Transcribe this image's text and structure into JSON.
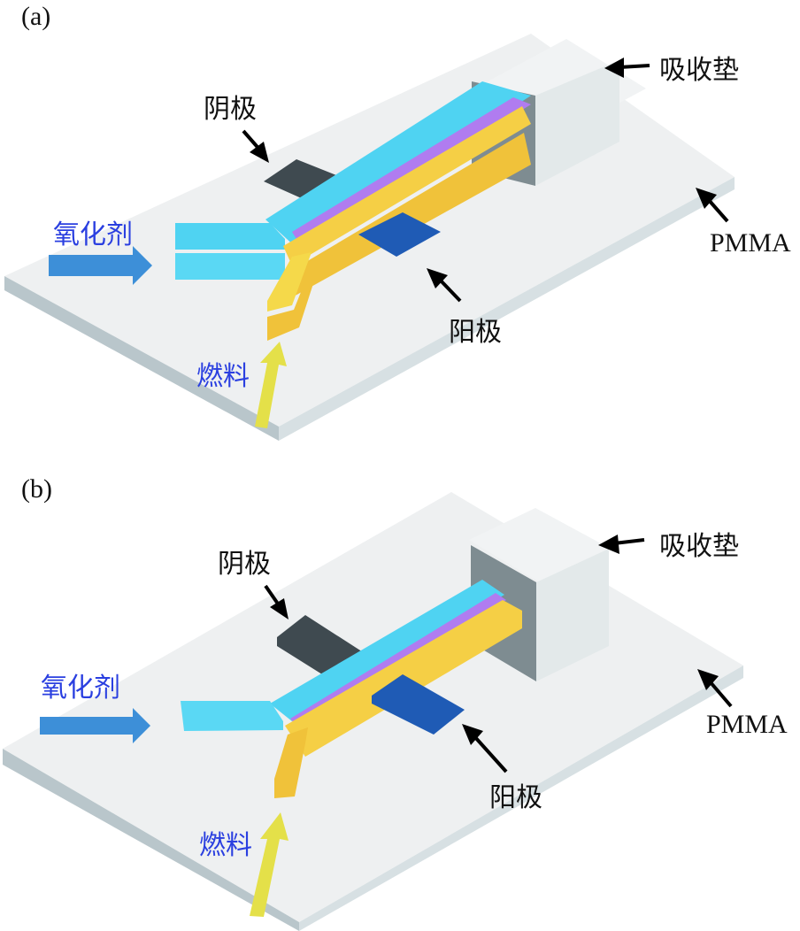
{
  "figure": {
    "panels": [
      {
        "id": "a",
        "label": "(a)",
        "labels": {
          "cathode": "阴极",
          "absorbent_pad": "吸收垫",
          "oxidant": "氧化剂",
          "pmma": "PMMA",
          "anode": "阳极",
          "fuel": "燃料"
        },
        "channel_layers": "double"
      },
      {
        "id": "b",
        "label": "(b)",
        "labels": {
          "cathode": "阴极",
          "absorbent_pad": "吸收垫",
          "oxidant": "氧化剂",
          "pmma": "PMMA",
          "anode": "阳极",
          "fuel": "燃料"
        },
        "channel_layers": "single"
      }
    ],
    "colors": {
      "oxidant_stream": "#4fd3f2",
      "fuel_stream": "#f5cf45",
      "interface": "#b07cf0",
      "cathode": "#3f4a50",
      "anode": "#1f5bb5",
      "substrate": "#eef0f1",
      "substrate_edge": "#b9c6cb",
      "pad": "#e6ebec",
      "pad_slot": "#7e8c91",
      "oxidant_arrow": "#3d8fd8",
      "fuel_arrow": "#e4e049",
      "label_blue": "#2a3fe0"
    }
  }
}
